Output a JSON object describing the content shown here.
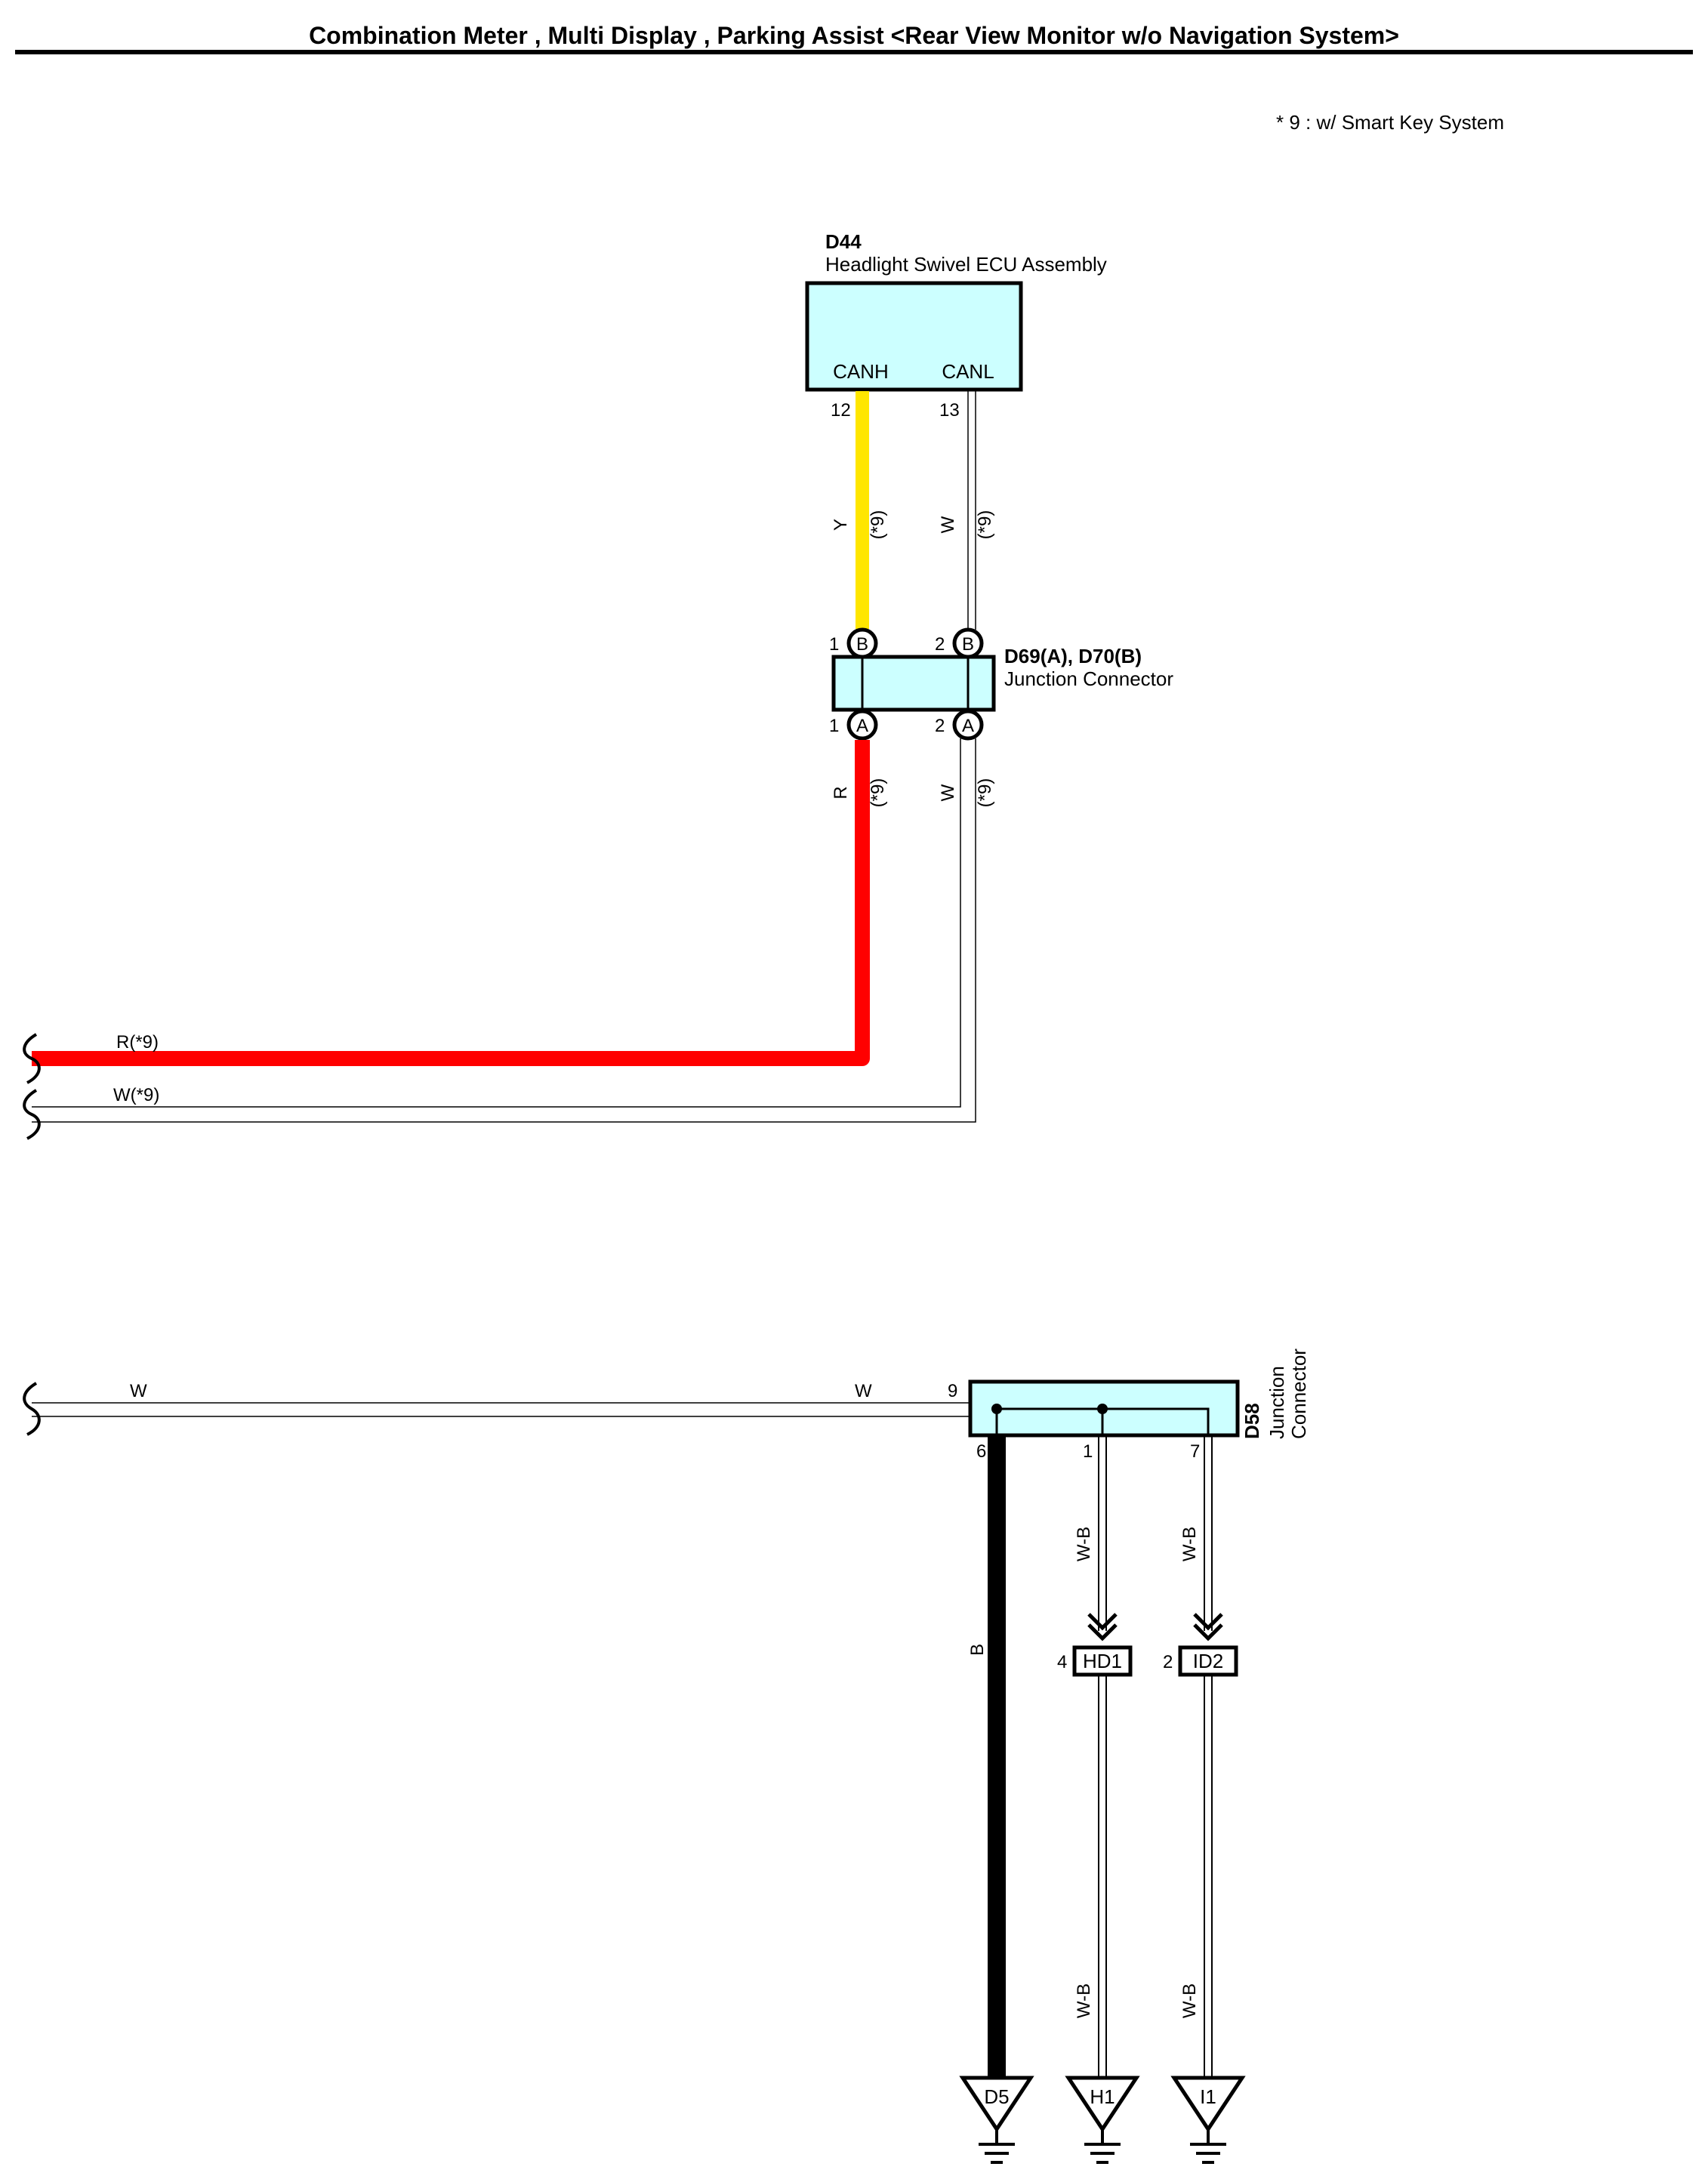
{
  "title": "Combination Meter , Multi Display , Parking Assist <Rear View Monitor w/o Navigation System>",
  "note": "* 9 : w/ Smart Key System",
  "colors": {
    "yellow": "#ffe600",
    "red": "#ff0000",
    "black": "#000000",
    "component_fill": "#ccffff"
  },
  "d44": {
    "code": "D44",
    "name": "Headlight Swivel ECU Assembly",
    "pin_canh": "CANH",
    "pin_canl": "CANL",
    "pin_num_canh": "12",
    "pin_num_canl": "13"
  },
  "junction1": {
    "code": "D69(A), D70(B)",
    "name": "Junction Connector",
    "top_pin_1": "1",
    "top_pin_2": "2",
    "bottom_pin_1": "1",
    "bottom_pin_2": "2",
    "top_letter": "B",
    "bottom_letter": "A"
  },
  "wires_upper": {
    "y_label": "Y",
    "y_note": "(*9)",
    "w_top_label": "W",
    "w_top_note": "(*9)",
    "r_label": "R",
    "r_note": "(*9)",
    "w_bottom_label": "W",
    "w_bottom_note": "(*9)",
    "r_horizontal": "R(*9)",
    "w_horizontal": "W(*9)"
  },
  "d58": {
    "code": "D58",
    "name_line1": "Junction",
    "name_line2": "Connector",
    "pin_in": "9",
    "pin_b": "6",
    "pin_hd": "1",
    "pin_id": "7"
  },
  "wires_lower": {
    "w_left": "W",
    "w_right": "W",
    "b_label": "B",
    "wb_hd_top": "W-B",
    "wb_id_top": "W-B",
    "wb_hd_bottom": "W-B",
    "wb_id_bottom": "W-B"
  },
  "connectors": {
    "hd1_pin": "4",
    "hd1": "HD1",
    "id2_pin": "2",
    "id2": "ID2"
  },
  "grounds": {
    "d5": "D5",
    "h1": "H1",
    "i1": "I1"
  }
}
